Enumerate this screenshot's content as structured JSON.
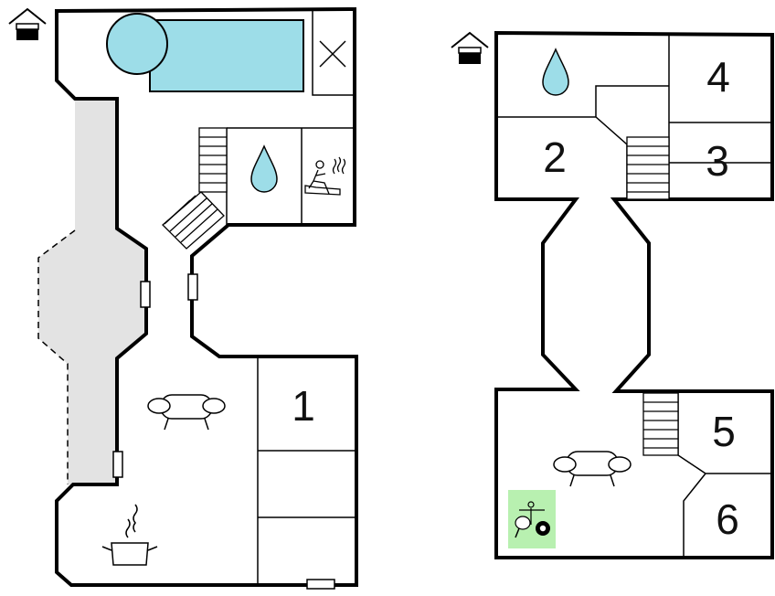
{
  "floor_plan": {
    "ground_floor": {
      "room_numbers": [
        "1"
      ],
      "icons": [
        "house-entrance-icon",
        "pool-icon",
        "x-marked-room-icon",
        "stairs-icon",
        "water-drop-icon",
        "sauna-icon",
        "window-icon",
        "sofa-icon",
        "cooking-pot-icon",
        "terrace-area"
      ]
    },
    "upper_floor": {
      "room_numbers": [
        "2",
        "3",
        "4",
        "5",
        "6"
      ],
      "icons": [
        "house-entrance-icon",
        "water-drop-icon",
        "stairs-icon",
        "sofa-icon",
        "game-room-icon"
      ]
    }
  },
  "colors": {
    "wall": "#000000",
    "water": "#9ddde8",
    "terrace": "#e3e3e3",
    "game_room": "#b8f0b0"
  }
}
